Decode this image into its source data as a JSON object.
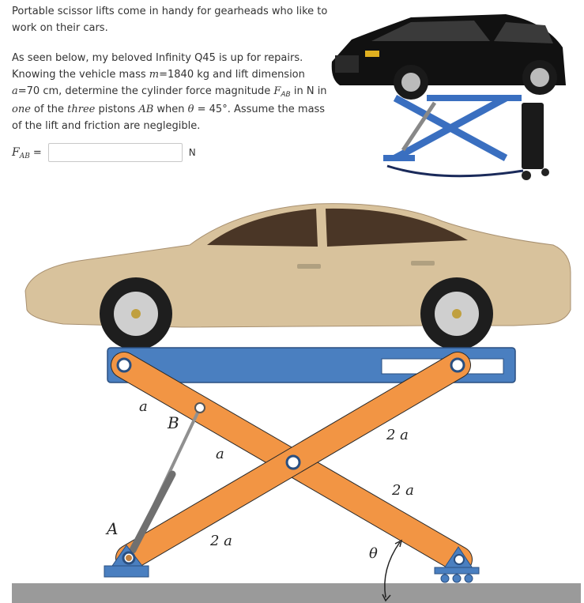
{
  "problem": {
    "intro": "Portable scissor lifts come in handy for gearheads who like to work on their cars.",
    "p2_1": "As seen below, my beloved Infinity Q45 is up for repairs. Knowing the vehicle mass ",
    "mass_symbol": "m",
    "mass_value": "=1840 kg and lift dimension",
    "a_symbol": "a",
    "a_value": "=70 cm, determine the cylinder force magnitude ",
    "force_symbol": "F",
    "force_sub": "AB",
    "p2_2": " in N in ",
    "one_word": "one",
    "p2_3": " of the ",
    "three_word": "three",
    "p2_4": " pistons ",
    "pistons_symbol": "AB",
    "p2_5": " when ",
    "theta_symbol": "θ",
    "angle_value": " = 45°. Assume the mass of the lift and friction are neglegible."
  },
  "answer": {
    "label": "F",
    "label_sub": "AB",
    "equals": "=",
    "value": "",
    "unit": "N"
  },
  "diagram": {
    "labels": {
      "a_upper": "a",
      "B": "B",
      "a_middle": "a",
      "two_a_right_upper": "2 a",
      "two_a_right_lower": "2 a",
      "A": "A",
      "two_a_lower": "2 a",
      "theta": "θ"
    },
    "colors": {
      "platform": "#4a7fc0",
      "scissor_arm": "#f29544",
      "car_body": "#d8c29c",
      "photo_car": "#111111",
      "ground": "#9a9a9a"
    }
  }
}
